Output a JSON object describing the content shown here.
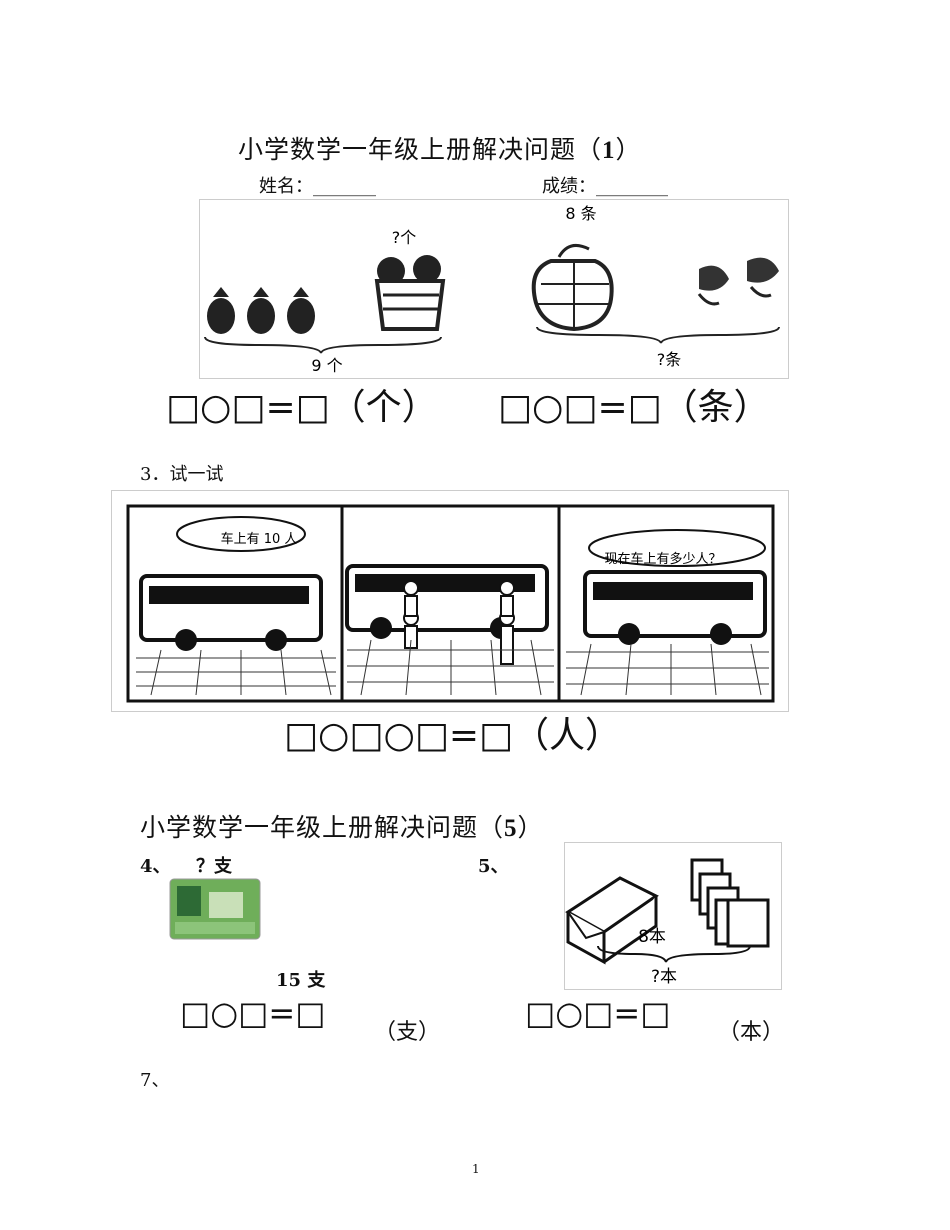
{
  "title1": "小学数学一年级上册解决问题（",
  "title1_num": "1",
  "title1_end": "）",
  "name_label": "姓名：_______",
  "score_label": "成绩：________",
  "fig1": {
    "pineapple_q": "?个",
    "pineapple_total": "9 个",
    "fish_count": "8 条",
    "fish_q": "?条"
  },
  "eq1": "□○□=□（个）",
  "eq2": "□○□=□（条）",
  "q3_label": "3．试一试",
  "bus": {
    "bubble1": "车上有 10 人",
    "bubble3": "现在车上有多少人？"
  },
  "eq3": "□○□○□=□（人）",
  "title2": "小学数学一年级上册解决问题（",
  "title2_num": "5",
  "title2_end": "）",
  "q4_label": "4、",
  "q4_q": "？支",
  "q4_total": "15 支",
  "eq4": "□○□=□",
  "eq4_unit": "（支）",
  "q5_label": "5、",
  "fig5": {
    "known": "8本",
    "q": "?本"
  },
  "eq5": "□○□=□",
  "eq5_unit": "（本）",
  "q7_label": "7、",
  "page_number": "1"
}
